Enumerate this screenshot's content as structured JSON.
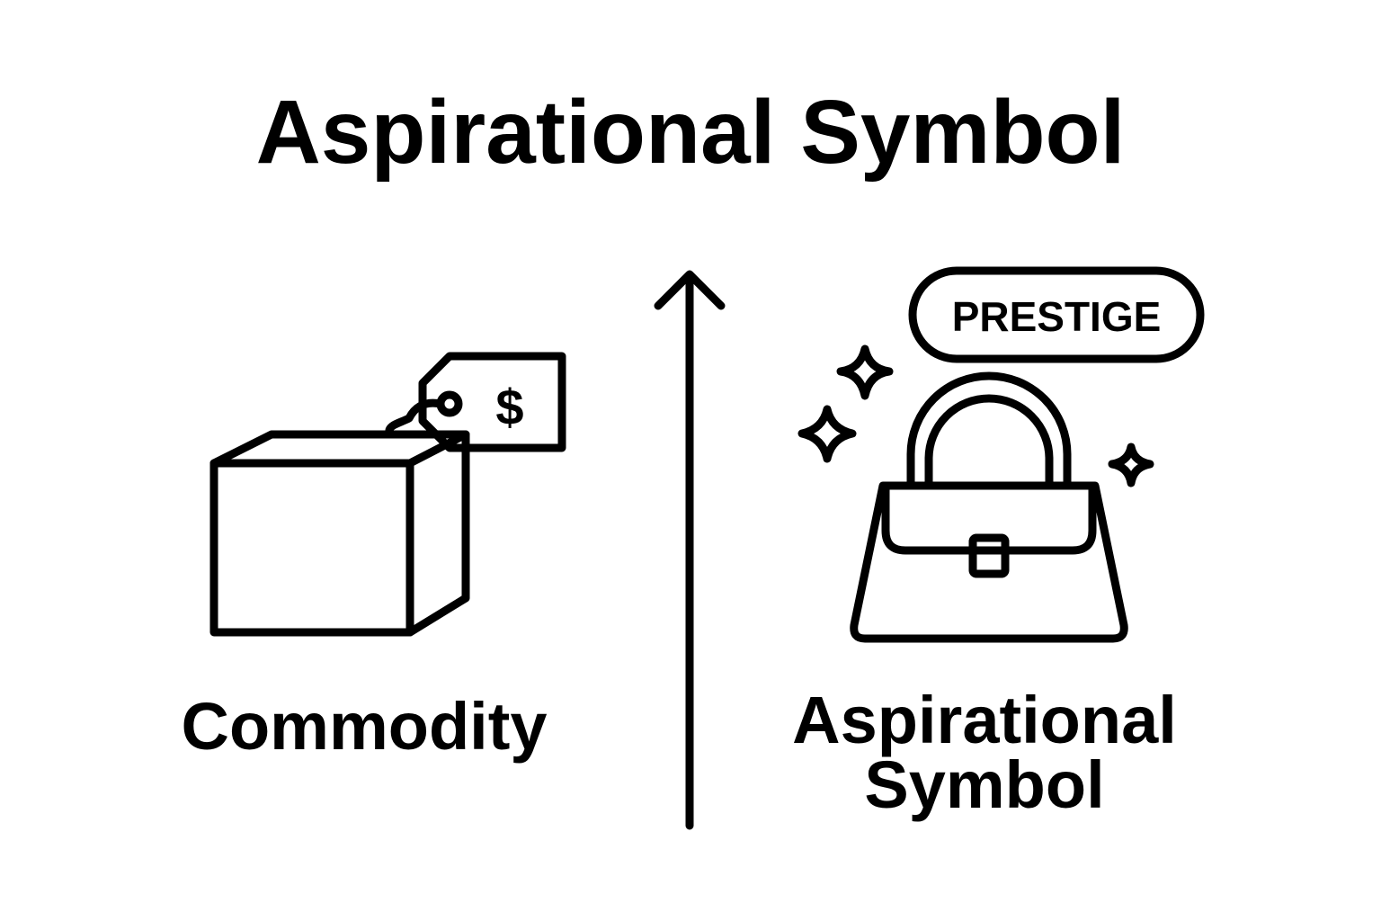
{
  "title": "Aspirational Symbol",
  "left_label": "Commodity",
  "right_label_line1": "Aspirational",
  "right_label_line2": "Symbol",
  "badge": "PRESTIGE",
  "price_symbol": "$"
}
